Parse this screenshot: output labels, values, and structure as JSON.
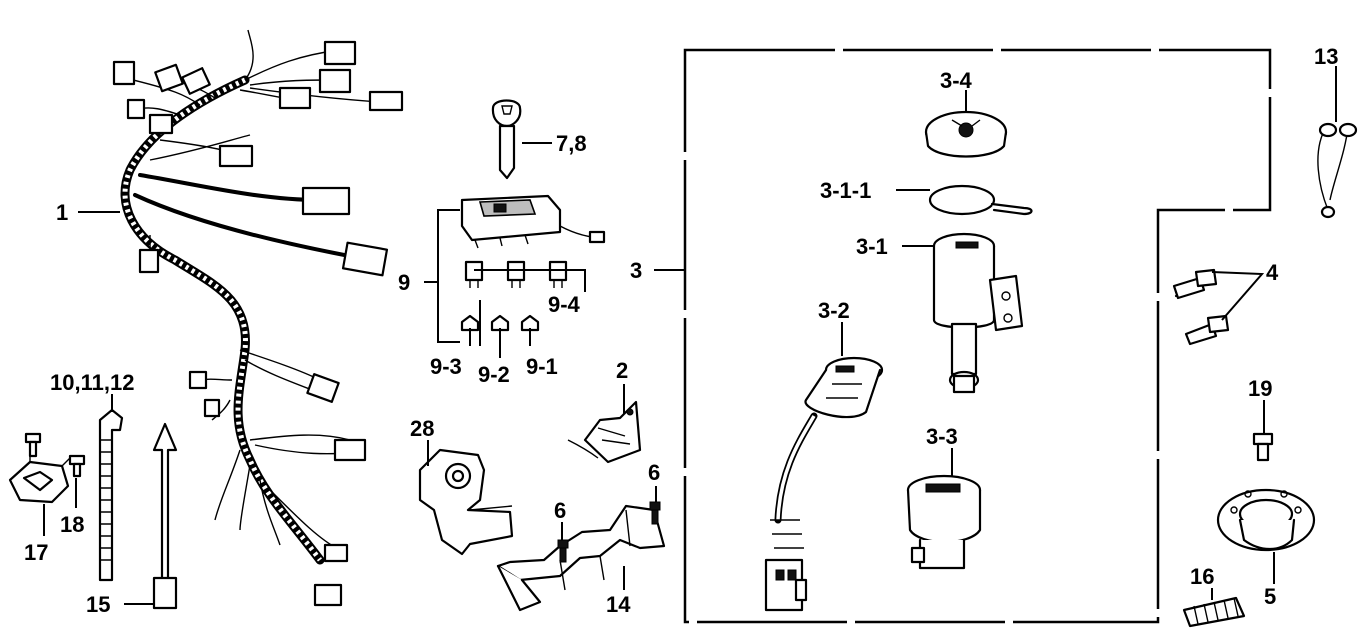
{
  "callouts": {
    "c1": "1",
    "c2": "2",
    "c3": "3",
    "c3_1": "3-1",
    "c3_1_1": "3-1-1",
    "c3_2": "3-2",
    "c3_3": "3-3",
    "c3_4": "3-4",
    "c4": "4",
    "c5": "5",
    "c6a": "6",
    "c6b": "6",
    "c7_8": "7,8",
    "c9": "9",
    "c9_1": "9-1",
    "c9_2": "9-2",
    "c9_3": "9-3",
    "c9_4": "9-4",
    "c10_11_12": "10,11,12",
    "c13": "13",
    "c14": "14",
    "c15": "15",
    "c16": "16",
    "c17": "17",
    "c18": "18",
    "c19": "19",
    "c28": "28"
  },
  "colors": {
    "ink": "#000000",
    "paper": "#ffffff",
    "shade": "#bdbdbd"
  }
}
